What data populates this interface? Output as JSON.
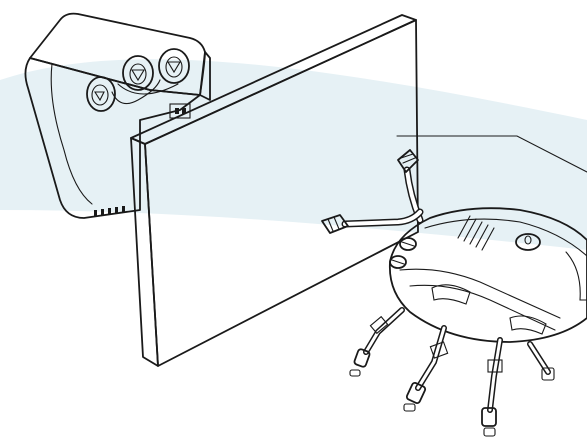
{
  "diagram": {
    "colors": {
      "background_haze": "#e6f1f5",
      "panel_face": "#d3d3d3",
      "panel_edge": "#8a8a8a",
      "line": "#1a1a1a",
      "device_fill": "#ffffff"
    },
    "elements": [
      "wall-mounted-box",
      "panel",
      "sensor-probe",
      "housing-device",
      "leader-line"
    ]
  }
}
